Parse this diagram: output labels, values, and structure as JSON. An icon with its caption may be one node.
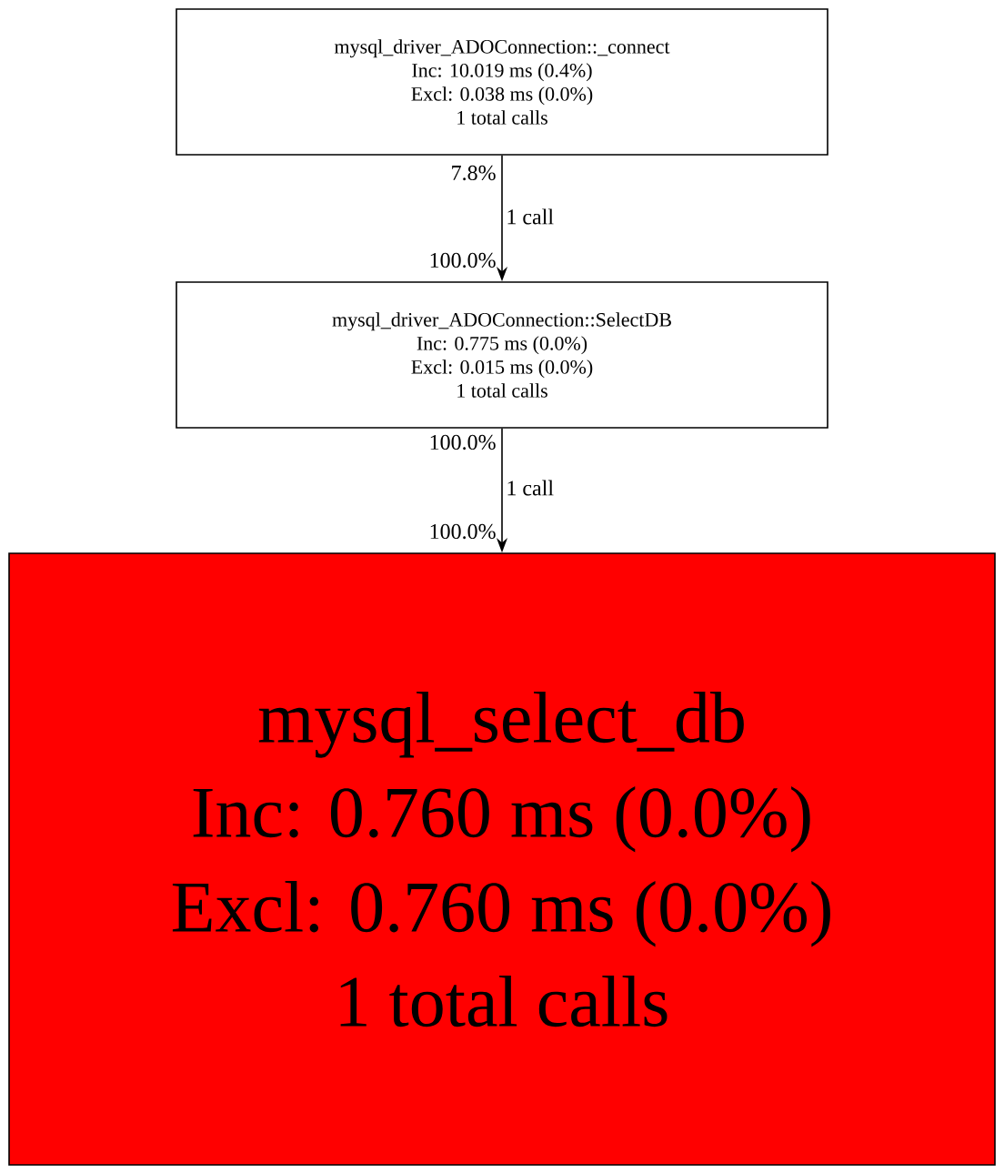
{
  "diagram": {
    "nodes": [
      {
        "text": [
          "mysql_driver_ADOConnection::_connect",
          "Inc: 10.019 ms (0.4%)",
          "Excl: 0.038 ms (0.0%)",
          "1 total calls"
        ]
      },
      {
        "text": [
          "mysql_driver_ADOConnection::SelectDB",
          "Inc: 0.775 ms (0.0%)",
          "Excl: 0.015 ms (0.0%)",
          "1 total calls"
        ]
      },
      {
        "text": [
          "mysql_select_db",
          "Inc: 0.760 ms (0.0%)",
          "Excl: 0.760 ms (0.0%)",
          "1 total calls"
        ]
      }
    ],
    "edges": [
      {
        "from": 0,
        "to": 1,
        "arrow": "to",
        "label": "1 call"
      },
      {
        "from": 1,
        "to": 2,
        "arrow": "to",
        "label": "1 call"
      }
    ],
    "labels": [
      "7.8%",
      "100.0%",
      "100.0%",
      "100.0%"
    ]
  }
}
